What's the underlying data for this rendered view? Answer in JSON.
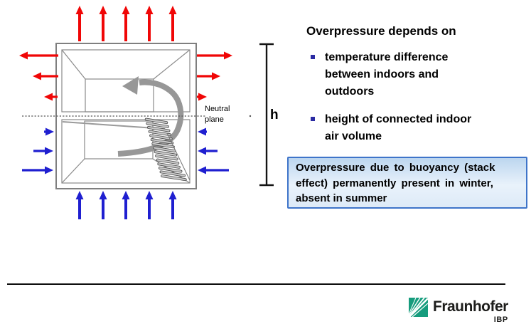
{
  "content": {
    "heading": "Overpressure depends on",
    "bullets": [
      {
        "lines": [
          "temperature difference",
          "between indoors and",
          "outdoors"
        ]
      },
      {
        "lines": [
          "height of connected indoor",
          "air volume"
        ]
      }
    ],
    "bullet_color": "#2a2aa2"
  },
  "callout": {
    "lines": [
      "Overpressure due to buoyancy (stack",
      "effect) permanently present in winter,",
      "absent in summer"
    ],
    "border_color": "#3e74c9"
  },
  "diagram": {
    "neutral_plane": [
      "Neutral",
      "plane"
    ],
    "height_label": "h",
    "colors": {
      "outflow_red": "#f00606",
      "inflow_blue": "#1f1fd0",
      "structure_gray": "#7f7f7f",
      "circulation_gray": "#979797"
    }
  },
  "footer": {
    "brand": "Fraunhofer",
    "unit": "IBP",
    "brand_green": "#169c7d"
  }
}
